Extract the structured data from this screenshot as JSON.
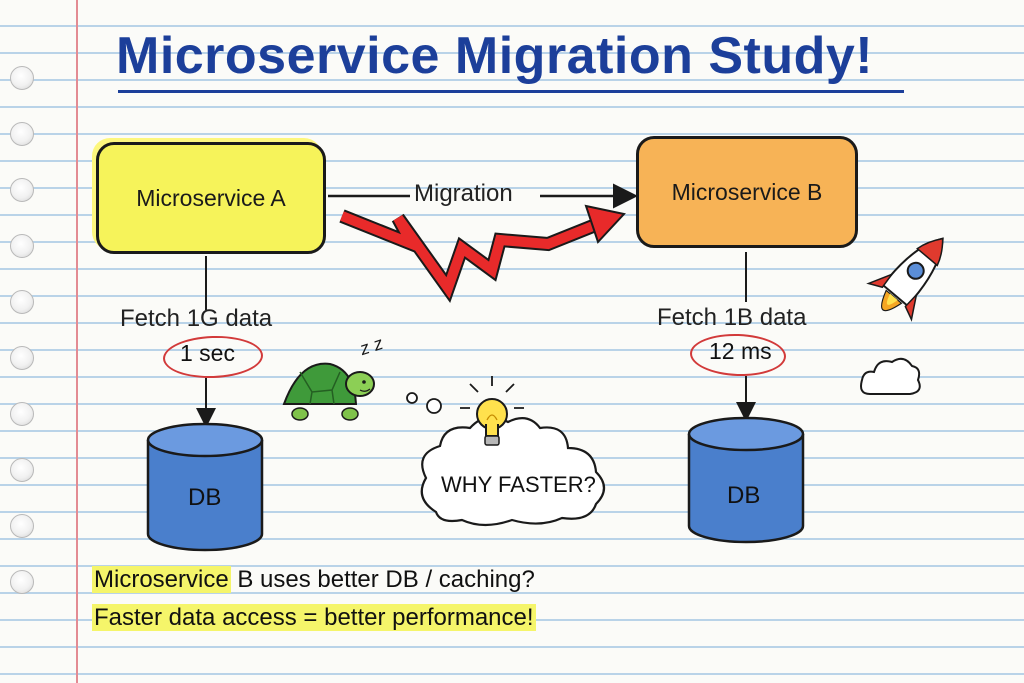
{
  "title": "Microservice Migration Study!",
  "services": {
    "a": {
      "label": "Microservice A",
      "fetch": "Fetch 1G data",
      "time": "1 sec",
      "db": "DB"
    },
    "b": {
      "label": "Microservice B",
      "fetch": "Fetch 1B data",
      "time": "12 ms",
      "db": "DB"
    }
  },
  "arrow_label": "Migration",
  "thought": {
    "text": "WHY FASTER?"
  },
  "sleep_text": "z z",
  "notes": {
    "line1": {
      "highlight": "Microservice",
      "rest": " B uses better DB / caching?"
    },
    "line2": "Faster data access = better performance!"
  },
  "icons": [
    "turtle-icon",
    "lightbulb-icon",
    "rocket-icon",
    "cloud-icon",
    "zigzag-arrow-icon"
  ],
  "colors": {
    "service_a": "#f6f35a",
    "service_b": "#f7b356",
    "db": "#4a7fcc",
    "title": "#1c3f9a",
    "time_circle": "#d23a3a",
    "zigzag": "#e82a2a",
    "highlight": "#f5f56a"
  }
}
